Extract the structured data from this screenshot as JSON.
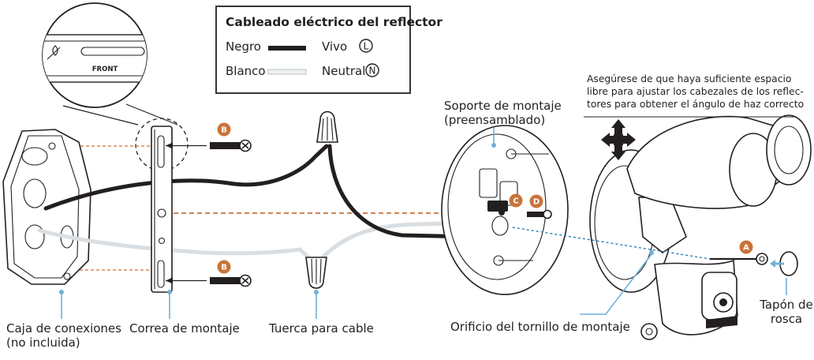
{
  "legend": {
    "title": "Cableado eléctrico del reflector",
    "rows": [
      {
        "wire": "Negro",
        "role": "Vivo",
        "symbol": "L",
        "color": "#231f20"
      },
      {
        "wire": "Blanco",
        "role": "Neutral",
        "symbol": "N",
        "color": "#e9edef"
      }
    ]
  },
  "callouts": {
    "junction_box": [
      "Caja de conexiones",
      "(no incluida)"
    ],
    "mounting_strap": "Correa de montaje",
    "wire_nut": "Tuerca para cable",
    "mounting_bracket": [
      "Soporte de montaje",
      "(preensamblado)"
    ],
    "screw_hole": "Orificio del tornillo de montaje",
    "screw_cap": [
      "Tapón de",
      "rosca"
    ]
  },
  "note_lines": [
    "Asegúrese de que haya suficiente espacio",
    "libre para ajustar los cabezales de los reflec-",
    "tores para obtener el ángulo de haz correcto"
  ],
  "strap_detail_text": "FRONT",
  "part_tags": {
    "a": "A",
    "b": "B",
    "c": "C",
    "d": "D"
  },
  "colors": {
    "tag_orange": "#c8743a",
    "leader_blue": "#6fb1d8",
    "dash_orange": "#c8743a",
    "black_wire": "#231f20",
    "white_wire": "#d9dee2"
  }
}
